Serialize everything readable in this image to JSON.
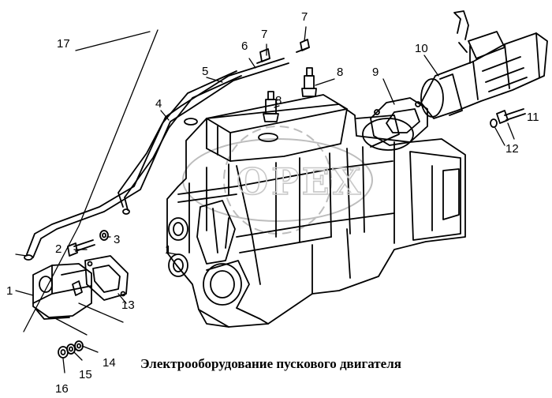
{
  "caption": "Электрооборудование пускового двигателя",
  "watermark": "OPEX",
  "callouts": {
    "c1a": "1",
    "c1b": "1",
    "c2": "2",
    "c3": "3",
    "c4": "4",
    "c5": "5",
    "c6": "6",
    "c7a": "7",
    "c7b": "7",
    "c8a": "8",
    "c8b": "8",
    "c9": "9",
    "c10": "10",
    "c11": "11",
    "c12": "12",
    "c13": "13",
    "c14": "14",
    "c15": "15",
    "c16": "16",
    "c17": "17"
  }
}
